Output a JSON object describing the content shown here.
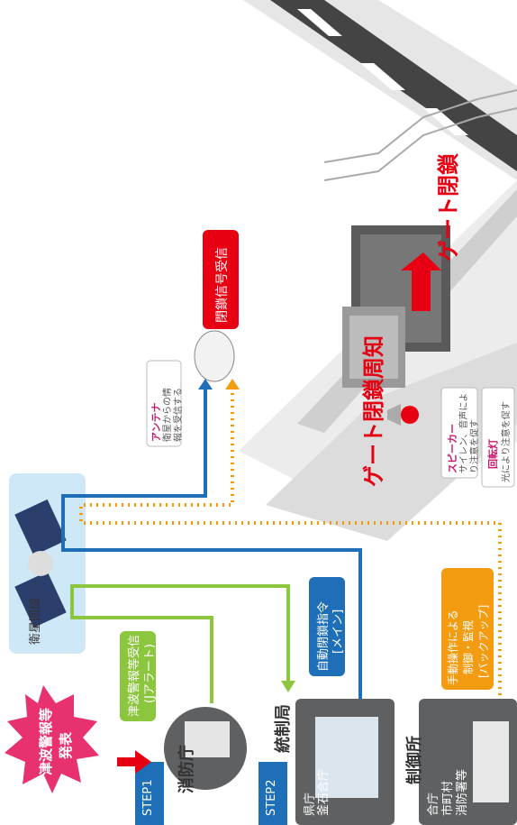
{
  "step1": {
    "label": "STEP1",
    "station": "消防庁"
  },
  "step2": {
    "label": "STEP2",
    "station": "統制局"
  },
  "tsunami": {
    "line1": "津波警報等",
    "line2": "発表"
  },
  "alert_recv": {
    "line1": "津波警報等受信",
    "line2": "(Jアラート)"
  },
  "satellite": {
    "label": "衛星回線"
  },
  "command": {
    "line1": "自動閉鎖指令",
    "line2": "[メイン]"
  },
  "prefecture": {
    "line1": "県庁",
    "line2": "釜石合庁"
  },
  "control": {
    "title": "制御所",
    "line1": "合庁",
    "line2": "市町村",
    "line3": "消防署等"
  },
  "manual": {
    "line1": "手動操作による",
    "line2": "制御・監視",
    "line3": "[バックアップ]"
  },
  "antenna": {
    "title": "アンテナ",
    "line1": "衛星からの情",
    "line2": "報を受信する"
  },
  "signal": {
    "label": "閉鎖信号受信"
  },
  "gate_notice": {
    "label": "ゲート閉鎖周知"
  },
  "gate_close": {
    "label": "ゲート閉鎖"
  },
  "speaker": {
    "title": "スピーカー",
    "line1": "サイレン、音声によ",
    "line2": "り注意を促す"
  },
  "beacon": {
    "title": "回転灯",
    "line1": "光により注意を促す"
  },
  "colors": {
    "blue": "#1e6fb8",
    "green": "#8cc63f",
    "orange": "#f39c12",
    "red": "#e60012",
    "gray": "#6d6e70",
    "skyblue": "#cfe8f7"
  }
}
